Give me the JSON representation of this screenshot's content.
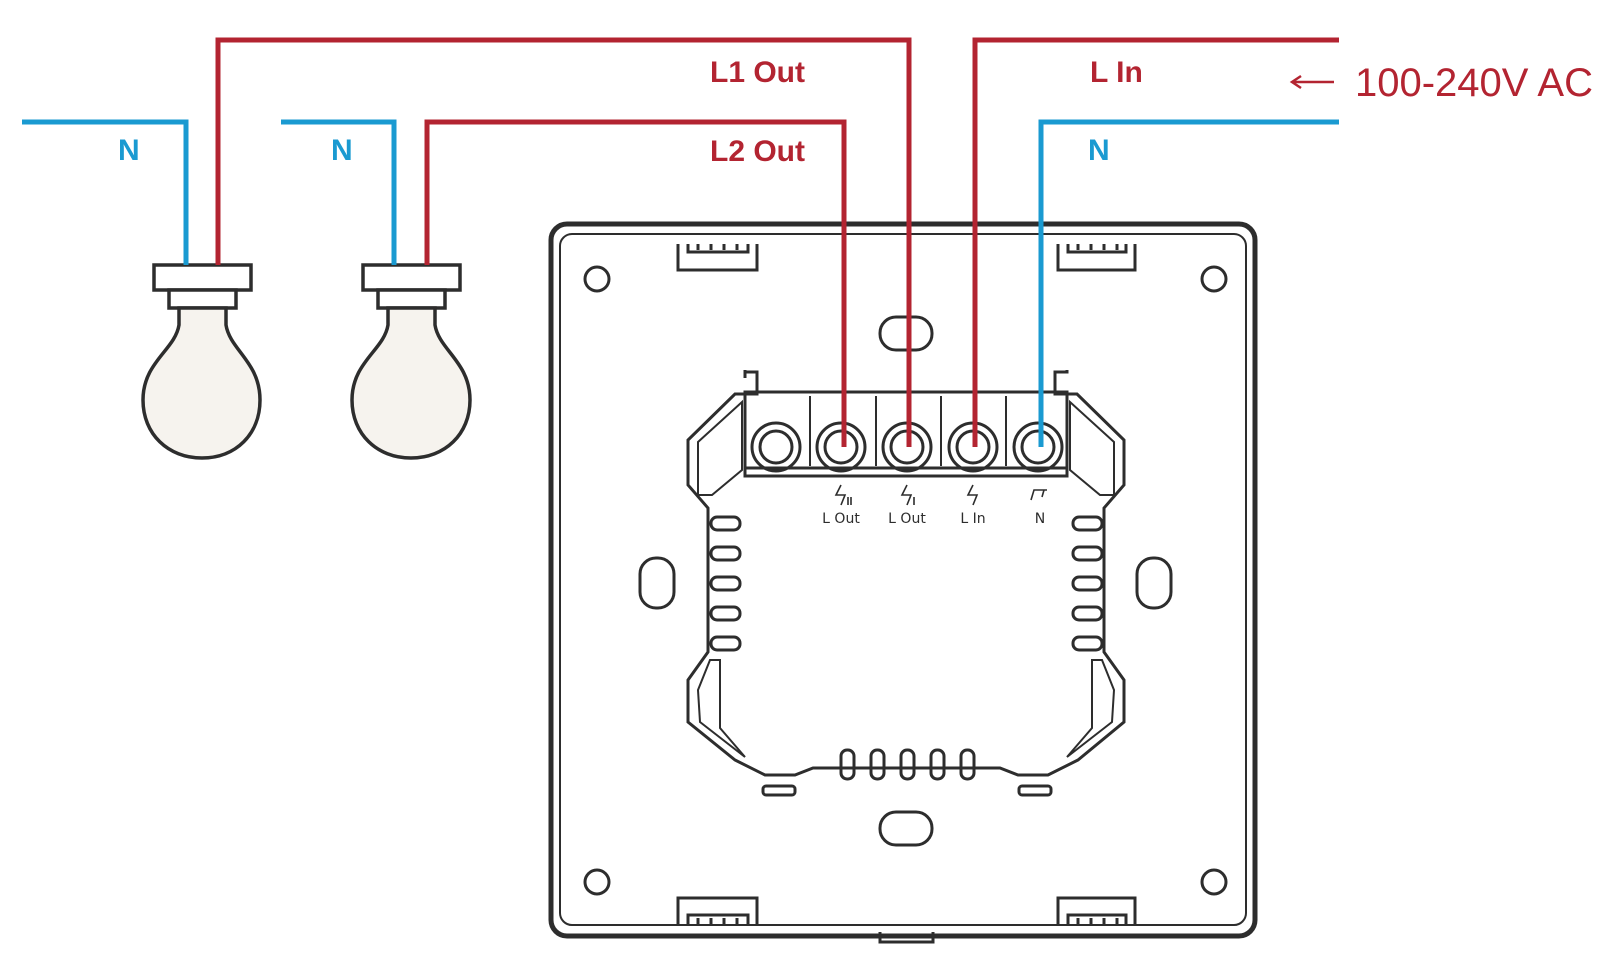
{
  "labels": {
    "l1_out": "L1 Out",
    "l2_out": "L2 Out",
    "l_in": "L In",
    "n_lamp1": "N",
    "n_lamp2": "N",
    "n_supply": "N",
    "supply_voltage": "100-240V AC"
  },
  "terminals": [
    "L Out",
    "L Out",
    "L In",
    "N"
  ],
  "colors": {
    "live": "#b32431",
    "neutral": "#1a9ad1",
    "device": "#2d2d2d"
  }
}
